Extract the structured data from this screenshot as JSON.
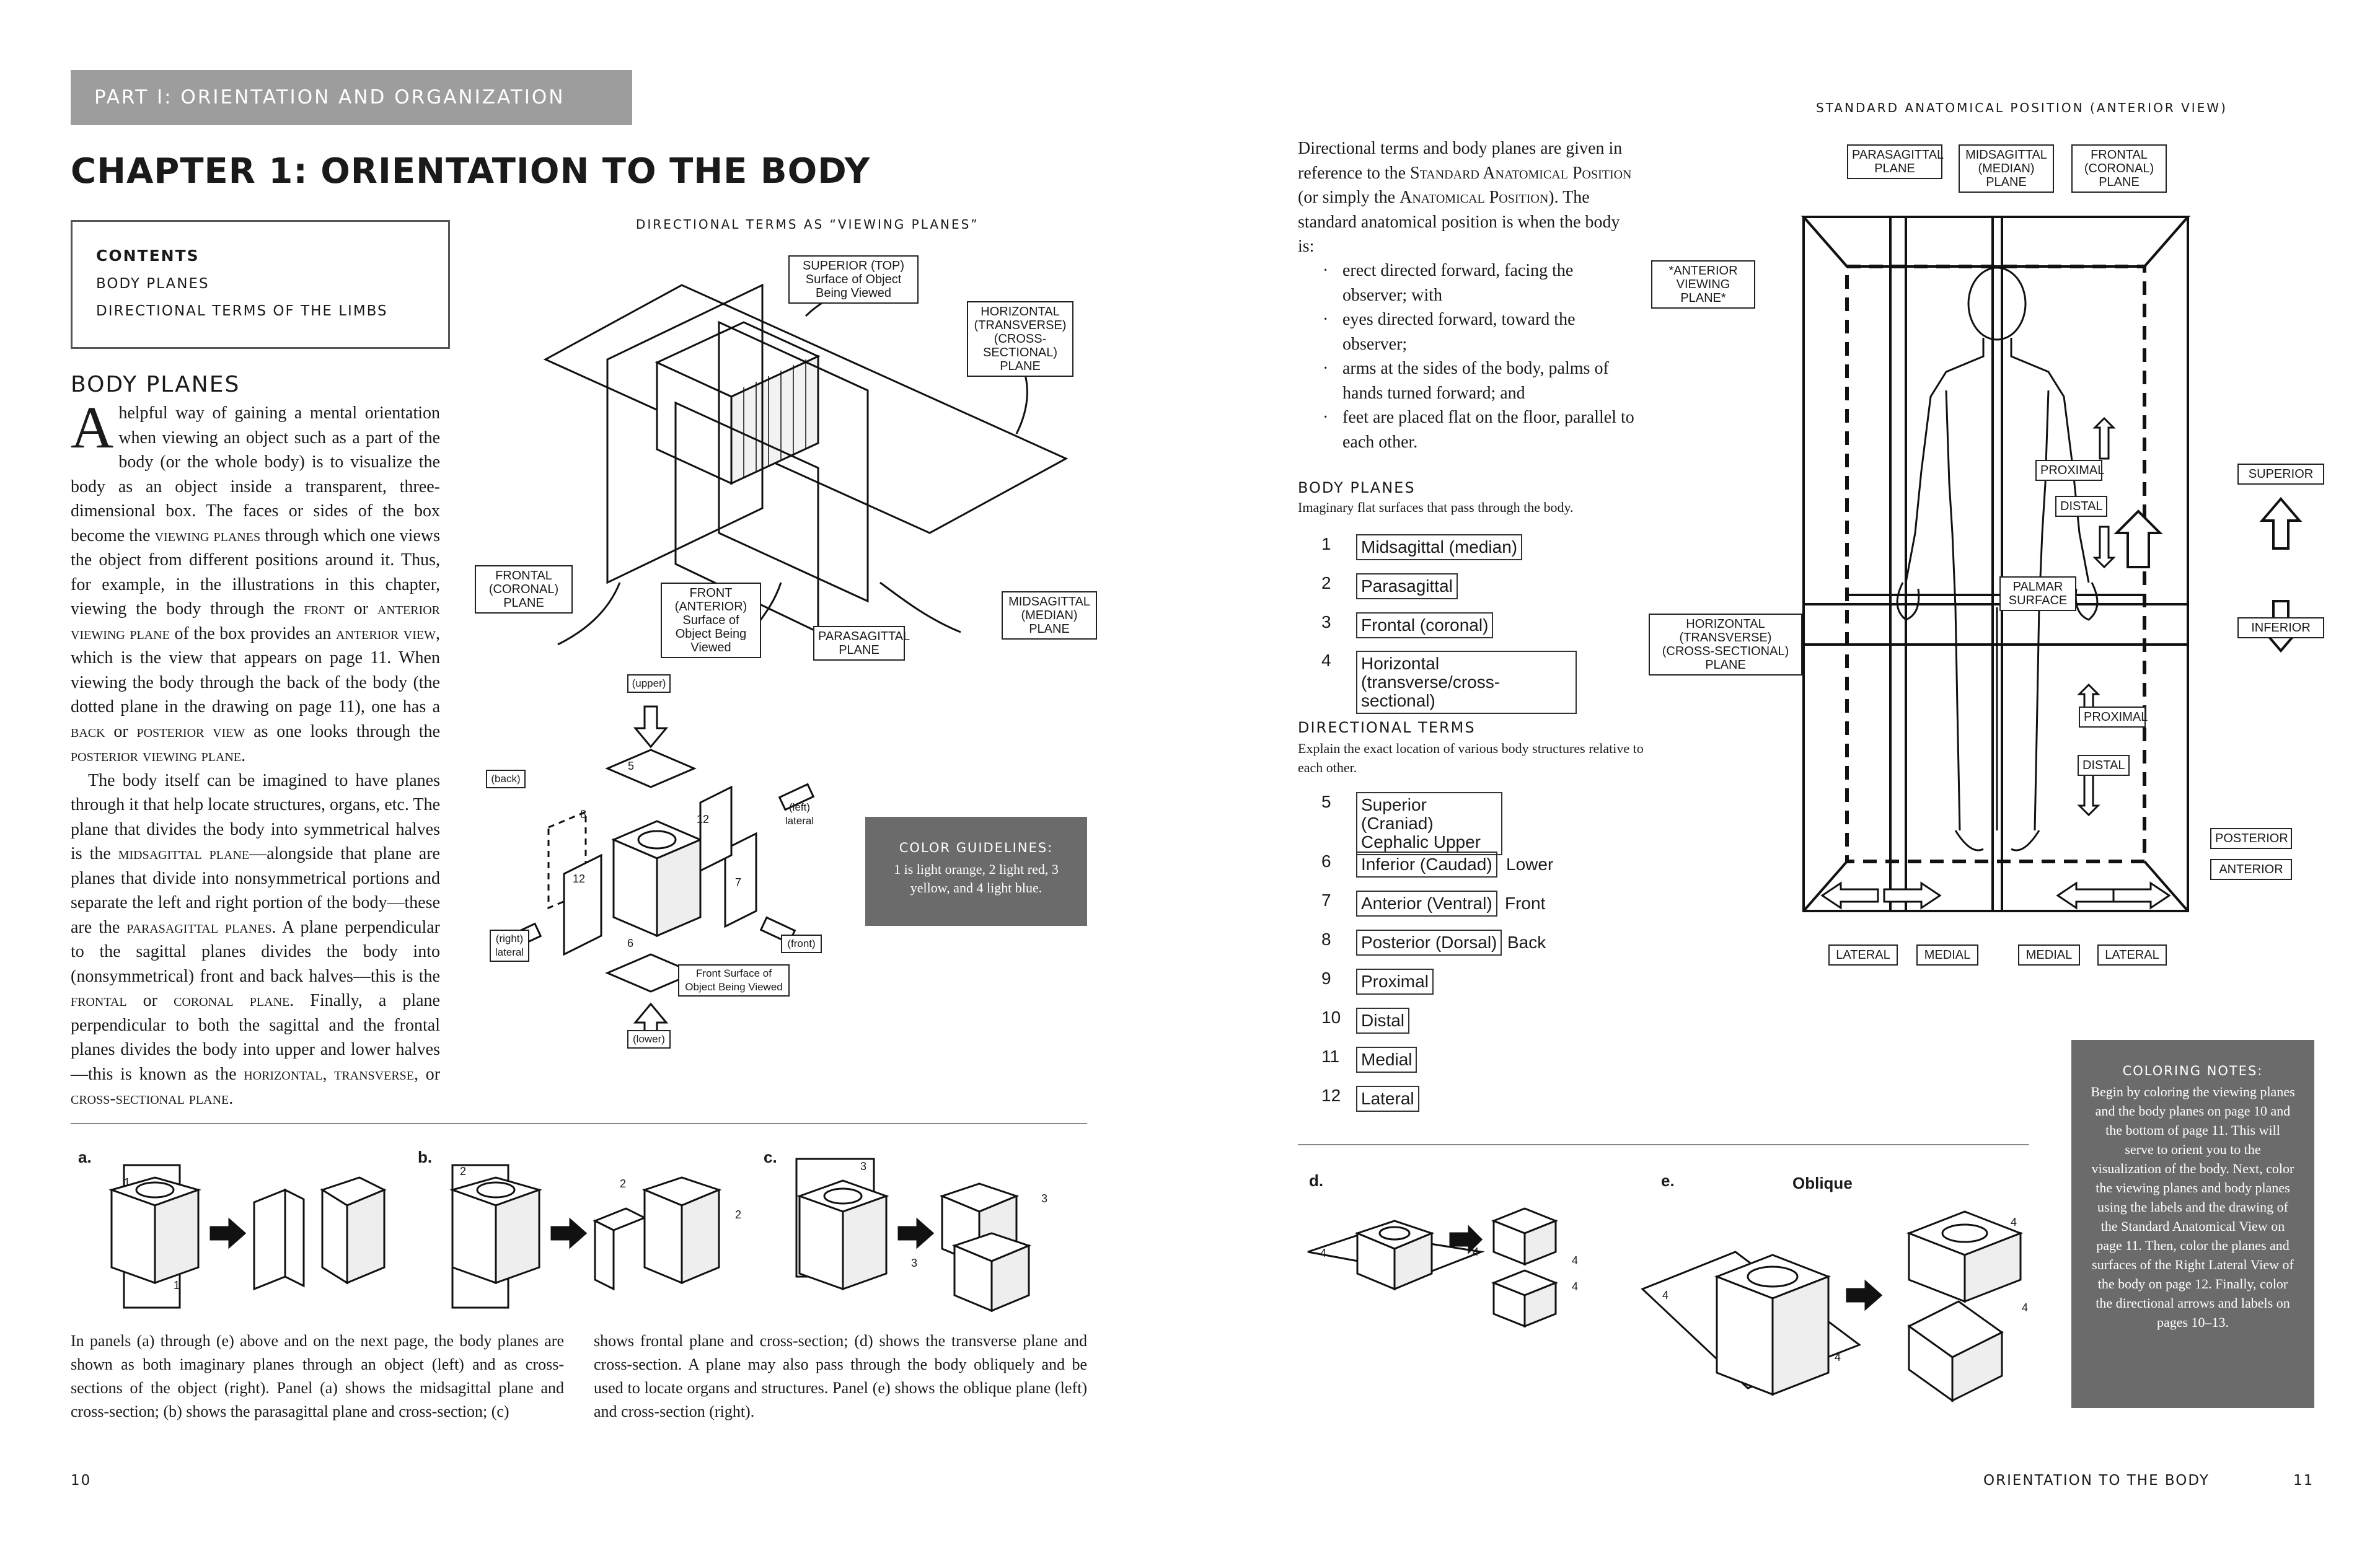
{
  "left_page": {
    "part_label": "PART I: ORIENTATION AND ORGANIZATION",
    "chapter_title": "CHAPTER 1: ORIENTATION TO THE BODY",
    "contents": {
      "title": "CONTENTS",
      "items": [
        "BODY PLANES",
        "DIRECTIONAL TERMS OF THE LIMBS"
      ]
    },
    "section_heading": "BODY PLANES",
    "dropcap": "A",
    "para1": [
      "helpful way of gaining a mental orientation when viewing an object such as a part of the body (or the whole body) is to visualize the body as an object inside a transparent, three-dimensional box. The faces or sides of the box become the ",
      "viewing planes",
      " through which one views the object from different positions around it. Thus, for example, in the illustrations in this chapter, viewing the body through the ",
      "front",
      " or ",
      "anterior viewing plane",
      " of the box provides an ",
      "anterior view",
      ", which is the view that appears on page 11. When viewing the body through the back of the body (the dotted plane in the drawing on page 11), one has a ",
      "back",
      " or ",
      "posterior view",
      " as one looks through the ",
      "posterior viewing plane",
      "."
    ],
    "para2": [
      "The body itself can be imagined to have planes through it that help locate structures, organs, etc. The plane that divides the body into symmetrical halves is the ",
      "midsagittal plane",
      "—alongside that plane are planes that divide into nonsymmetrical portions and separate the left and right portion of the body—these are the ",
      "parasagittal planes",
      ". A plane perpendicular to the sagittal planes divides the body into (nonsymmetrical) front and back halves—this is the ",
      "frontal",
      " or ",
      "coronal plane",
      ". Finally, a plane perpendicular to both the sagittal and the frontal planes divides the body into upper and lower halves—this is known as the ",
      "horizontal, transverse,",
      " or ",
      "cross-sectional plane",
      "."
    ],
    "fig1": {
      "title": "DIRECTIONAL TERMS AS “VIEWING PLANES”",
      "labels": {
        "superior": "SUPERIOR (TOP) Surface of Object Being Viewed",
        "horizontal": "HORIZONTAL (TRANSVERSE) (CROSS-SECTIONAL) PLANE",
        "frontal": "FRONTAL (CORONAL) PLANE",
        "front": "FRONT (ANTERIOR) Surface of Object Being Viewed",
        "parasagittal": "PARASAGITTAL PLANE",
        "midsagittal": "MIDSAGITTAL (MEDIAN) PLANE"
      }
    },
    "fig2": {
      "upper": "(upper)",
      "lower": "(lower)",
      "back": "(back)",
      "front": "(front)",
      "left": "(left) lateral",
      "right": "(right) lateral",
      "front_surface": "Front Surface of Object Being Viewed",
      "nums": [
        "5",
        "8",
        "12",
        "12",
        "7",
        "6"
      ]
    },
    "color_guidelines": {
      "title": "COLOR GUIDELINES:",
      "text": "1 is light orange, 2 light red, 3 yellow, and 4 light blue."
    },
    "panels": [
      "a.",
      "b.",
      "c."
    ],
    "panel_nums": {
      "a": [
        "1",
        "1"
      ],
      "b": [
        "2",
        "2",
        "2"
      ],
      "c": [
        "3",
        "3",
        "3"
      ]
    },
    "caption_left": "In panels (a) through (e) above and on the next page, the body planes are shown as both imaginary planes through an object (left) and as cross-sections of the object (right). Panel (a) shows the midsagittal plane and cross-section; (b) shows the parasagittal plane and cross-section; (c)",
    "caption_right": "shows frontal plane and cross-section; (d) shows the transverse plane and cross-section. A plane may also pass through the body obliquely and be used to locate organs and structures. Panel (e) shows the oblique plane (left) and cross-section (right).",
    "page_number": "10"
  },
  "right_page": {
    "intro": [
      "Directional terms and body planes are given in reference to the ",
      "Standard Anatomical Position",
      " (or simply the ",
      "Anatomical Position",
      "). The standard anatomical position is when the body is:"
    ],
    "bullets": [
      "erect directed forward, facing the observer; with",
      "eyes directed forward, toward the observer;",
      "arms at the sides of the body, palms of hands turned forward; and",
      "feet are placed flat on the floor, parallel to each other."
    ],
    "body_planes": {
      "heading": "BODY PLANES",
      "sub": "Imaginary flat surfaces that pass through the body.",
      "items": [
        {
          "n": "1",
          "label": "Midsagittal (median)"
        },
        {
          "n": "2",
          "label": "Parasagittal"
        },
        {
          "n": "3",
          "label": "Frontal (coronal)"
        },
        {
          "n": "4",
          "label": "Horizontal (transverse/cross-sectional)"
        }
      ]
    },
    "directional_terms": {
      "heading": "DIRECTIONAL TERMS",
      "sub": "Explain the exact location of various body structures relative to each other.",
      "items": [
        {
          "n": "5",
          "label": "Superior (Craniad) Cephalic Upper",
          "extra": ""
        },
        {
          "n": "6",
          "label": "Inferior (Caudad)",
          "extra": "Lower"
        },
        {
          "n": "7",
          "label": "Anterior (Ventral)",
          "extra": "Front"
        },
        {
          "n": "8",
          "label": "Posterior (Dorsal)",
          "extra": "Back"
        },
        {
          "n": "9",
          "label": "Proximal",
          "extra": ""
        },
        {
          "n": "10",
          "label": "Distal",
          "extra": ""
        },
        {
          "n": "11",
          "label": "Medial",
          "extra": ""
        },
        {
          "n": "12",
          "label": "Lateral",
          "extra": ""
        }
      ]
    },
    "fig_title": "STANDARD ANATOMICAL POSITION (ANTERIOR VIEW)",
    "fig_labels": {
      "parasagittal": "PARASAGITTAL PLANE",
      "midsagittal": "MIDSAGITTAL (MEDIAN) PLANE",
      "frontal": "FRONTAL (CORONAL) PLANE",
      "anterior_viewing": "*ANTERIOR VIEWING PLANE*",
      "horizontal": "HORIZONTAL (TRANSVERSE) (CROSS-SECTIONAL) PLANE",
      "proximal1": "PROXIMAL",
      "distal1": "DISTAL",
      "palmar": "PALMAR SURFACE",
      "proximal2": "PROXIMAL",
      "distal2": "DISTAL",
      "superior": "SUPERIOR",
      "inferior": "INFERIOR",
      "posterior": "POSTERIOR",
      "anterior": "ANTERIOR",
      "lateral1": "LATERAL",
      "medial1": "MEDIAL",
      "medial2": "MEDIAL",
      "lateral2": "LATERAL"
    },
    "coloring_notes": {
      "title": "COLORING NOTES:",
      "text": "Begin by coloring the viewing planes and the body planes on page 10 and the bottom of page 11. This will serve to orient you to the visualization of the body. Next, color the viewing planes and body planes using the labels and the drawing of the Standard Anatomical View on page 11. Then, color the planes and surfaces of the Right Lateral View of the body on page 12. Finally, color the directional arrows and labels on pages 10–13."
    },
    "panels": [
      "d.",
      "e."
    ],
    "oblique": "Oblique",
    "panel_nums": {
      "d": [
        "4",
        "4",
        "4",
        "4"
      ],
      "e": [
        "4",
        "4",
        "4",
        "4"
      ]
    },
    "footer_title": "ORIENTATION TO THE BODY",
    "page_number": "11"
  }
}
